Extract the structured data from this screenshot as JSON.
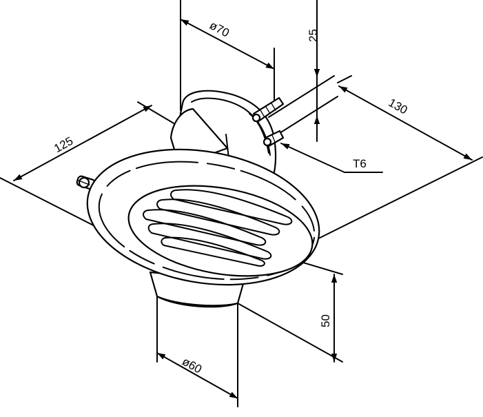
{
  "dimensions": {
    "width_125": "125",
    "diameter_70": "ø70",
    "height_25": "25",
    "depth_130": "130",
    "fixing_t6": "T6",
    "height_50": "50",
    "diameter_60": "ø60"
  },
  "colors": {
    "line": "#000000",
    "background": "#ffffff"
  }
}
